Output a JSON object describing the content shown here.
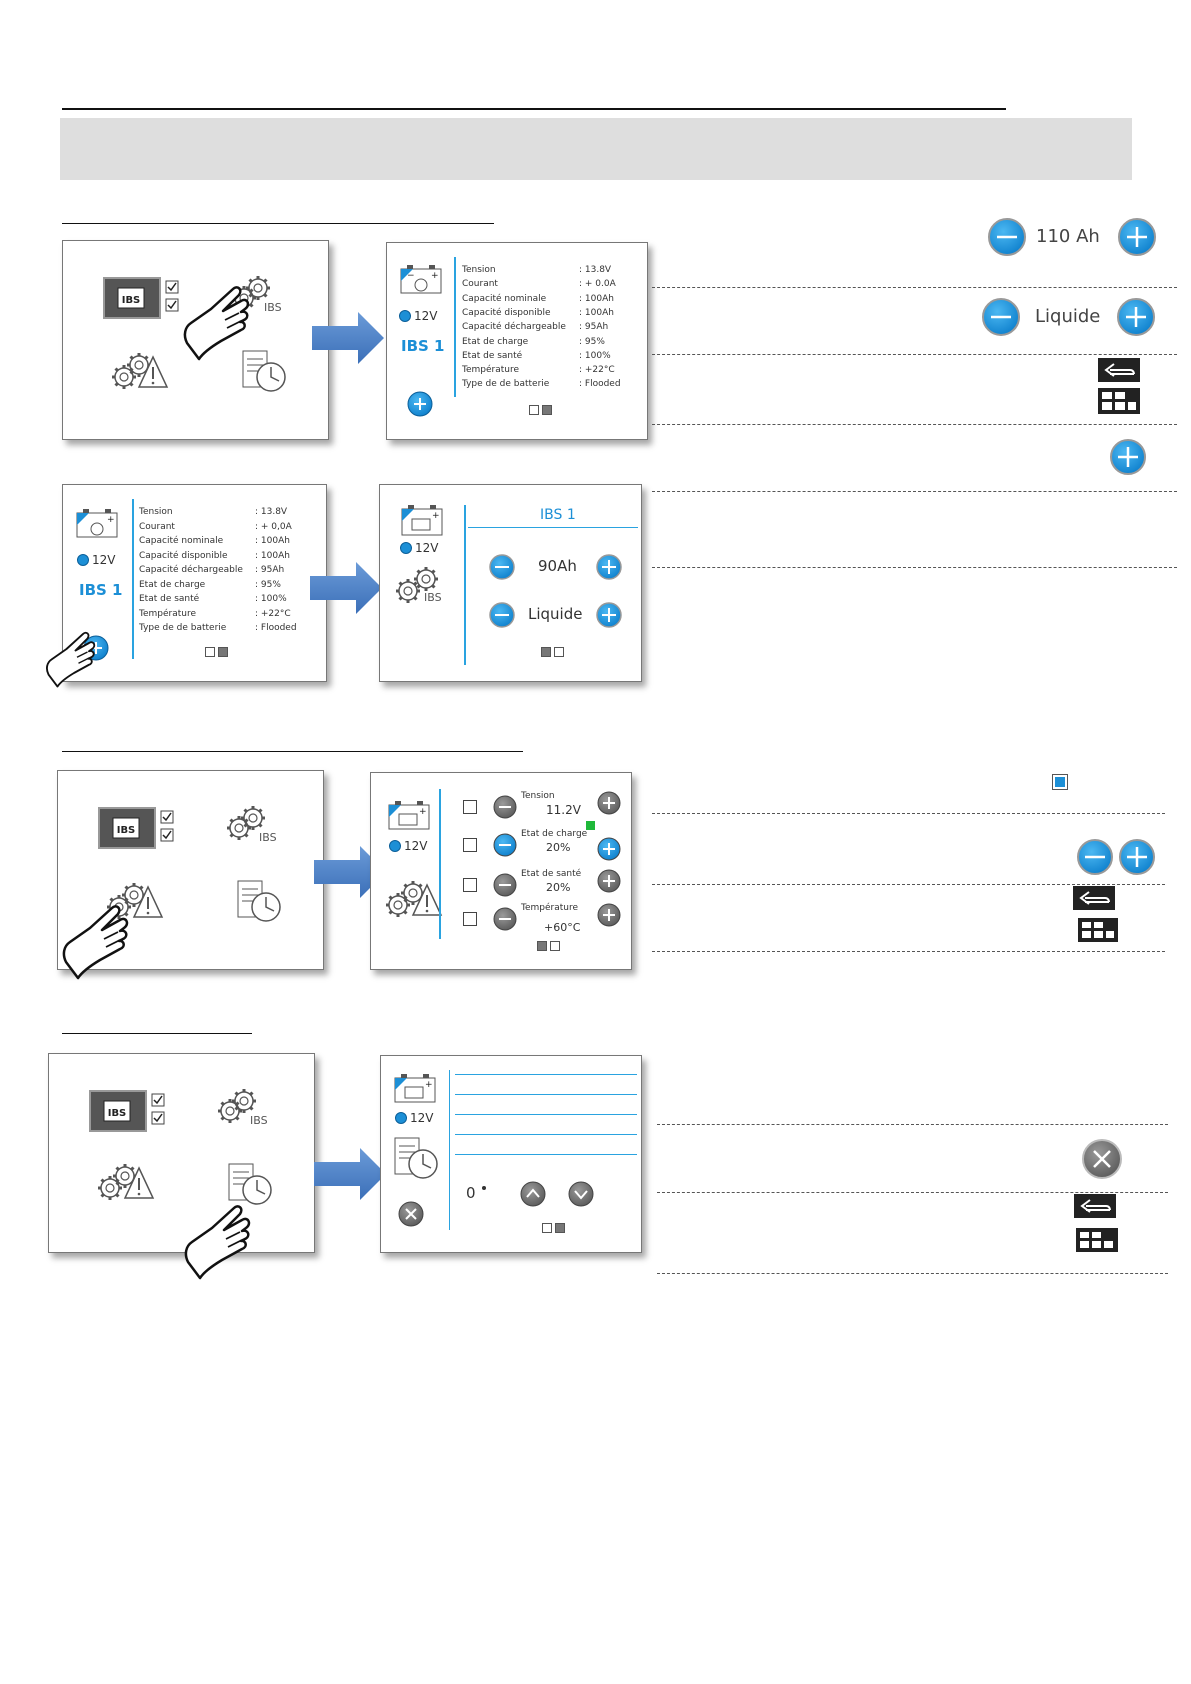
{
  "screens": {
    "info": {
      "voltage": "12V",
      "battery_name": "IBS 1",
      "rows": [
        {
          "label": "Tension",
          "value": ": 13.8V"
        },
        {
          "label": "Courant",
          "value": ": + 0.0A"
        },
        {
          "label": "Capacité nominale",
          "value": ": 100Ah"
        },
        {
          "label": "Capacité disponible",
          "value": ": 100Ah"
        },
        {
          "label": "Capacité déchargeable",
          "value": ": 95Ah"
        },
        {
          "label": "Etat de charge",
          "value": ": 95%"
        },
        {
          "label": "Etat de santé",
          "value": ": 100%"
        },
        {
          "label": "Température",
          "value": ": +22°C"
        },
        {
          "label": "Type de de batterie",
          "value": ": Flooded"
        }
      ]
    },
    "info2": {
      "rows": [
        {
          "label": "Tension",
          "value": ": 13.8V"
        },
        {
          "label": "Courant",
          "value": ": + 0,0A"
        },
        {
          "label": "Capacité nominale",
          "value": ": 100Ah"
        },
        {
          "label": "Capacité disponible",
          "value": ": 100Ah"
        },
        {
          "label": "Capacité déchargeable",
          "value": ": 95Ah"
        },
        {
          "label": "Etat de charge",
          "value": ": 95%"
        },
        {
          "label": "Etat de santé",
          "value": ": 100%"
        },
        {
          "label": "Température",
          "value": ": +22°C"
        },
        {
          "label": "Type de de batterie",
          "value": ": Flooded"
        }
      ]
    },
    "edit": {
      "title": "IBS 1",
      "capacity": "90Ah",
      "type": "Liquide",
      "ibs_label": "IBS"
    },
    "alarms": {
      "rows": [
        {
          "label": "Tension",
          "value": "11.2V"
        },
        {
          "label": "Etat de charge",
          "value": "20%"
        },
        {
          "label": "Etat de santé",
          "value": "20%"
        },
        {
          "label": "Température",
          "value": "+60°C"
        }
      ]
    },
    "timer": {
      "value": "0"
    },
    "home": {
      "ibs_badge": "IBS",
      "ibs_gear_label": "IBS"
    }
  },
  "legend": {
    "capacity": "110 Ah",
    "type": "Liquide"
  },
  "colors": {
    "accent": "#1c8fd6",
    "arrow": "#4a7fc4",
    "green": "#1fb83a"
  }
}
